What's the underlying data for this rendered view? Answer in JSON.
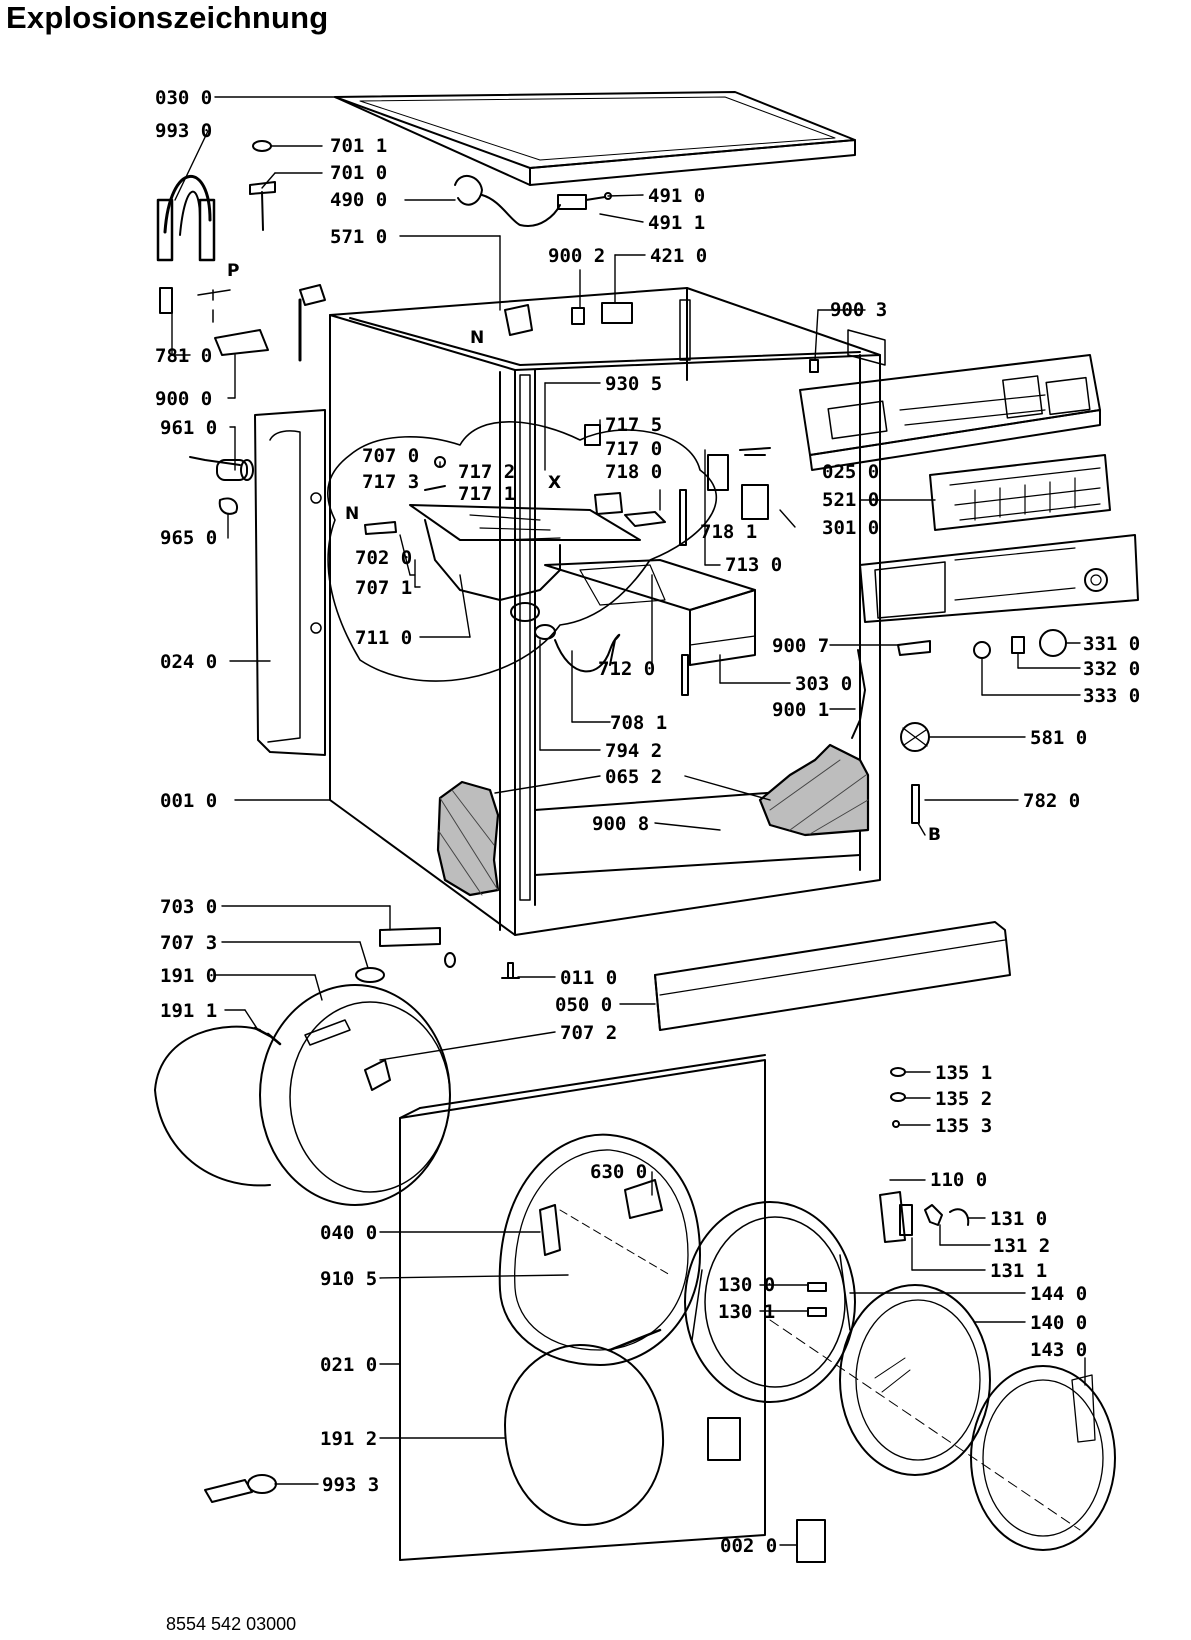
{
  "title": "Explosionszeichnung",
  "document_number": "8554 542 03000",
  "markers": {
    "P": "P",
    "N": "N",
    "X": "X",
    "B": "B"
  },
  "callouts": {
    "c0300": "030 0",
    "c9930": "993 0",
    "c7011": "701 1",
    "c7010": "701 0",
    "c4900": "490 0",
    "c4910": "491 0",
    "c4911": "491 1",
    "c5710": "571 0",
    "c9002": "900 2",
    "c4210": "421 0",
    "c9003": "900 3",
    "c7810": "781 0",
    "c9000": "900 0",
    "c9305": "930 5",
    "c9610": "961 0",
    "c7175": "717 5",
    "c7170": "717 0",
    "c7070": "707 0",
    "c7172": "717 2",
    "c7173": "717 3",
    "c7171": "717 1",
    "c7180": "718 0",
    "c0250": "025 0",
    "c5210": "521 0",
    "c9650": "965 0",
    "c7181": "718 1",
    "c3010": "301 0",
    "c7020": "702 0",
    "c7130": "713 0",
    "c7071": "707 1",
    "c7110": "711 0",
    "c9007": "900 7",
    "c3310": "331 0",
    "c3320": "332 0",
    "c3330": "333 0",
    "c0240": "024 0",
    "c3030": "303 0",
    "c7120": "712 0",
    "c9001": "900 1",
    "c7081": "708 1",
    "c5810": "581 0",
    "c7942": "794 2",
    "c0652": "065 2",
    "c0010": "001 0",
    "c7820": "782 0",
    "c9008": "900 8",
    "c7030": "703 0",
    "c7073": "707 3",
    "c1910": "191 0",
    "c0110": "011 0",
    "c0500": "050 0",
    "c1911": "191 1",
    "c7072": "707 2",
    "c1351": "135 1",
    "c1352": "135 2",
    "c1353": "135 3",
    "c6300": "630 0",
    "c1100": "110 0",
    "c0400": "040 0",
    "c1310": "131 0",
    "c1312": "131 2",
    "c1311": "131 1",
    "c1300": "130 0",
    "c9105": "910 5",
    "c1440": "144 0",
    "c1301": "130 1",
    "c1400": "140 0",
    "c0210": "021 0",
    "c1430": "143 0",
    "c1912": "191 2",
    "c9933": "993 3",
    "c0020": "002 0"
  }
}
